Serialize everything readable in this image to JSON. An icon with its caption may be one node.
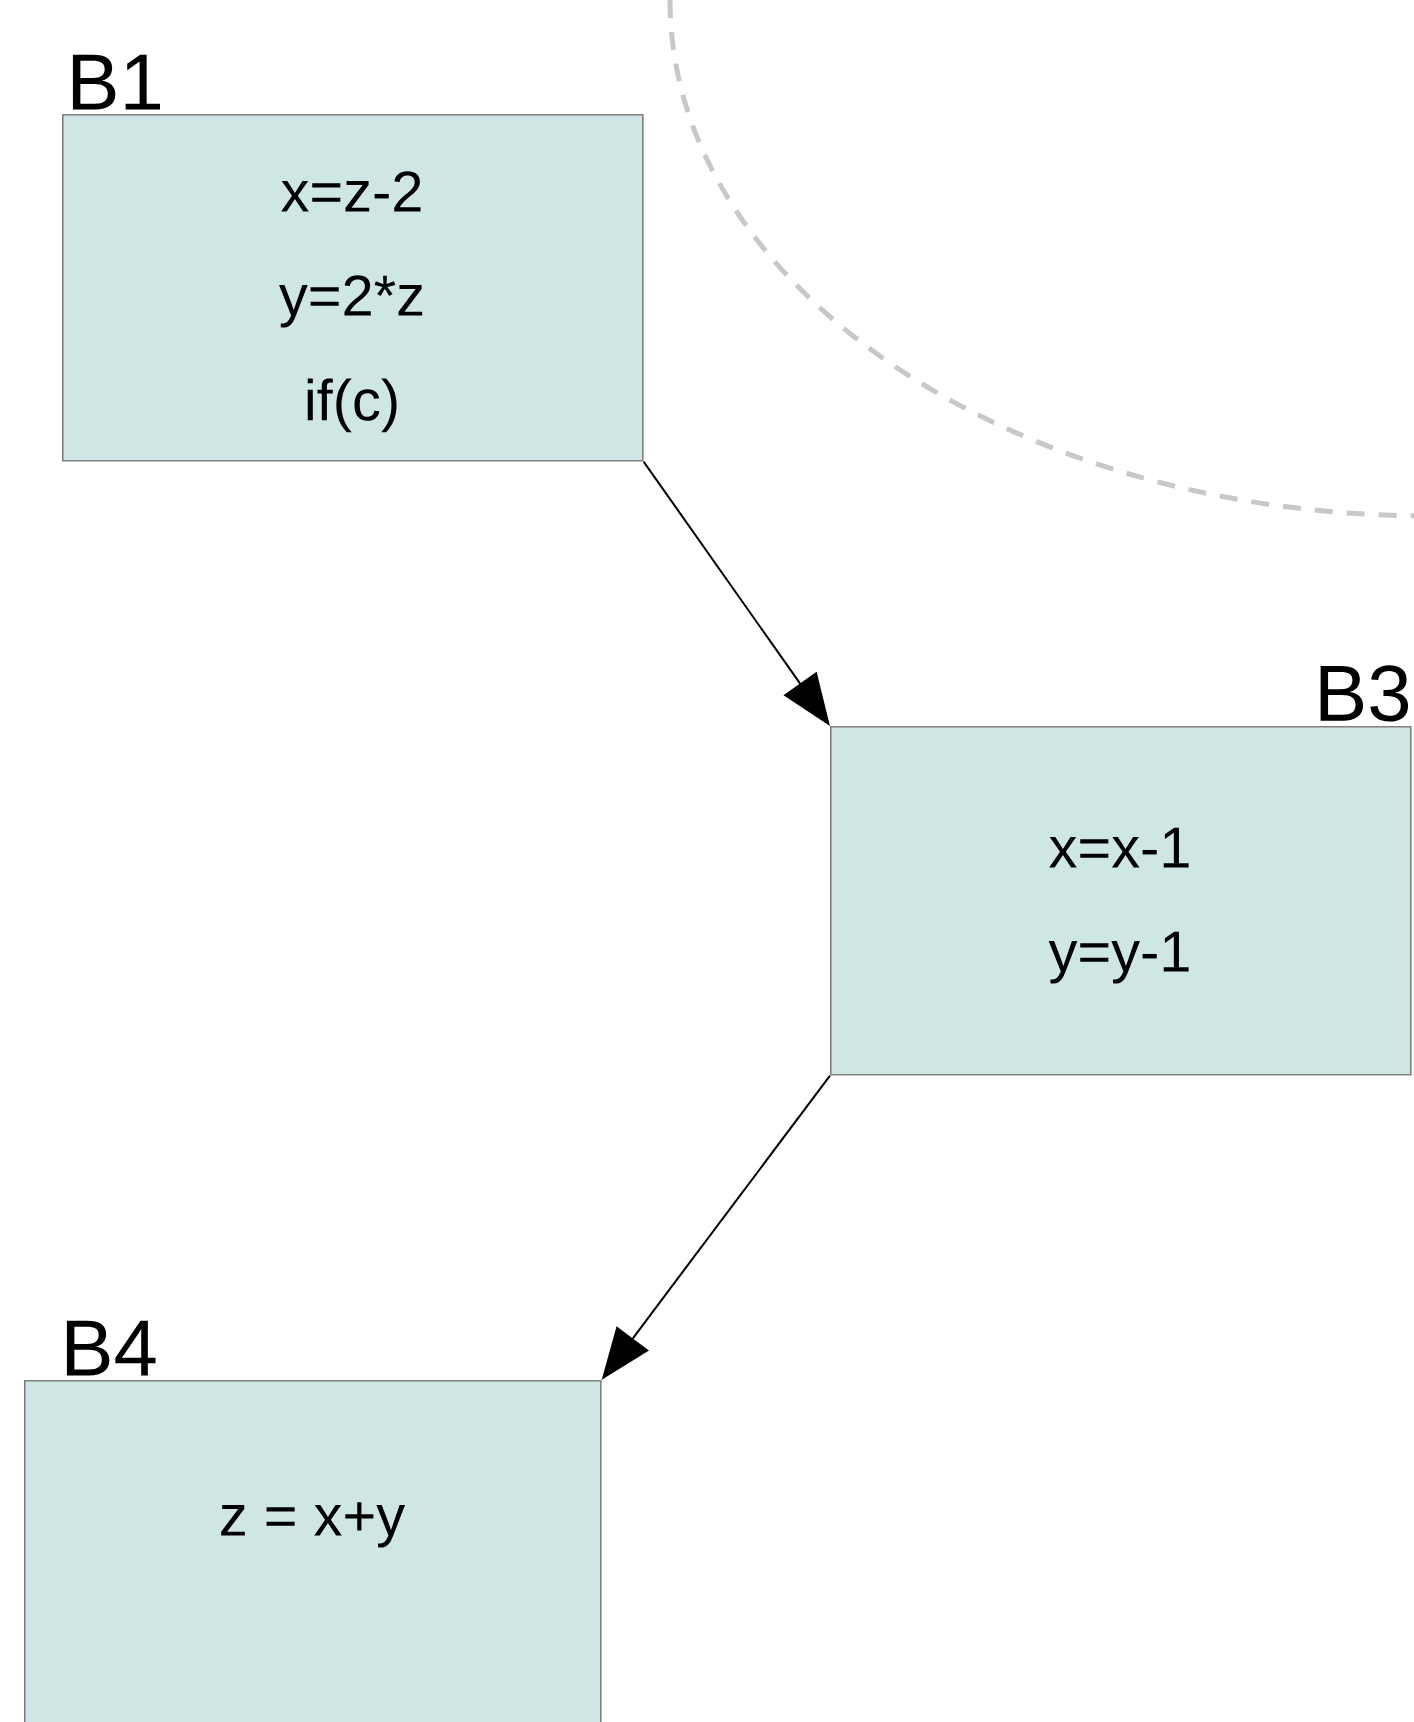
{
  "diagram": {
    "nodes": [
      {
        "text": [
          "B1",
          "x=z-2",
          "y=2*z",
          "if(c)"
        ]
      },
      {
        "text": [
          "B3",
          "x=x-1",
          "y=y-1"
        ]
      },
      {
        "text": [
          "B4",
          "z = x+y"
        ]
      }
    ],
    "edges": [
      {
        "from": 0,
        "to": 1,
        "arrow": "to"
      },
      {
        "from": 1,
        "to": 2,
        "arrow": "to"
      }
    ]
  }
}
